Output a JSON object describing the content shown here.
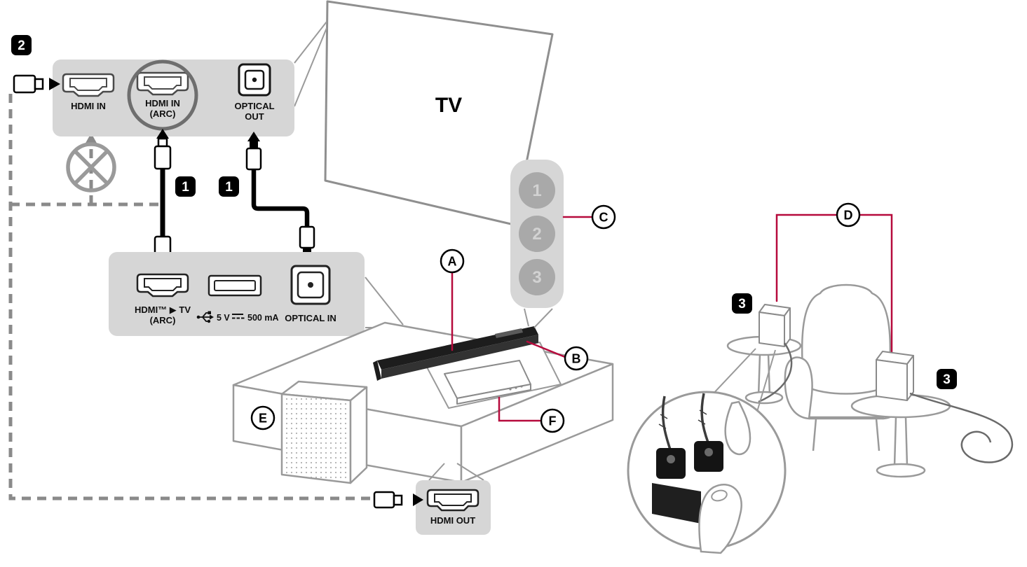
{
  "colors": {
    "accent": "#b60a3c",
    "panel_gray": "#d6d6d6",
    "line_gray": "#9a9a9a",
    "cable_black": "#000000",
    "dashed_gray": "#8a8a8a"
  },
  "tv": {
    "label": "TV"
  },
  "tv_rear_panel": {
    "hdmi_in": "HDMI IN",
    "hdmi_arc_line1": "HDMI IN",
    "hdmi_arc_line2": "(ARC)",
    "optical_out_line1": "OPTICAL",
    "optical_out_line2": "OUT"
  },
  "soundbar_rear_panel": {
    "hdmi_arc_line1": "HDMI™ ▶ TV",
    "hdmi_arc_line2": "(ARC)",
    "usb_voltage": "5 V",
    "usb_current": "500 mA",
    "optical_in": "OPTICAL IN"
  },
  "hdmi_out_panel": {
    "label": "HDMI OUT"
  },
  "steps": {
    "one": "1",
    "two": "2",
    "three": "3"
  },
  "control_panel": {
    "button_1": "1",
    "button_2": "2",
    "button_3": "3"
  },
  "callouts": {
    "a": "A",
    "b": "B",
    "c": "C",
    "d": "D",
    "e": "E",
    "f": "F"
  }
}
